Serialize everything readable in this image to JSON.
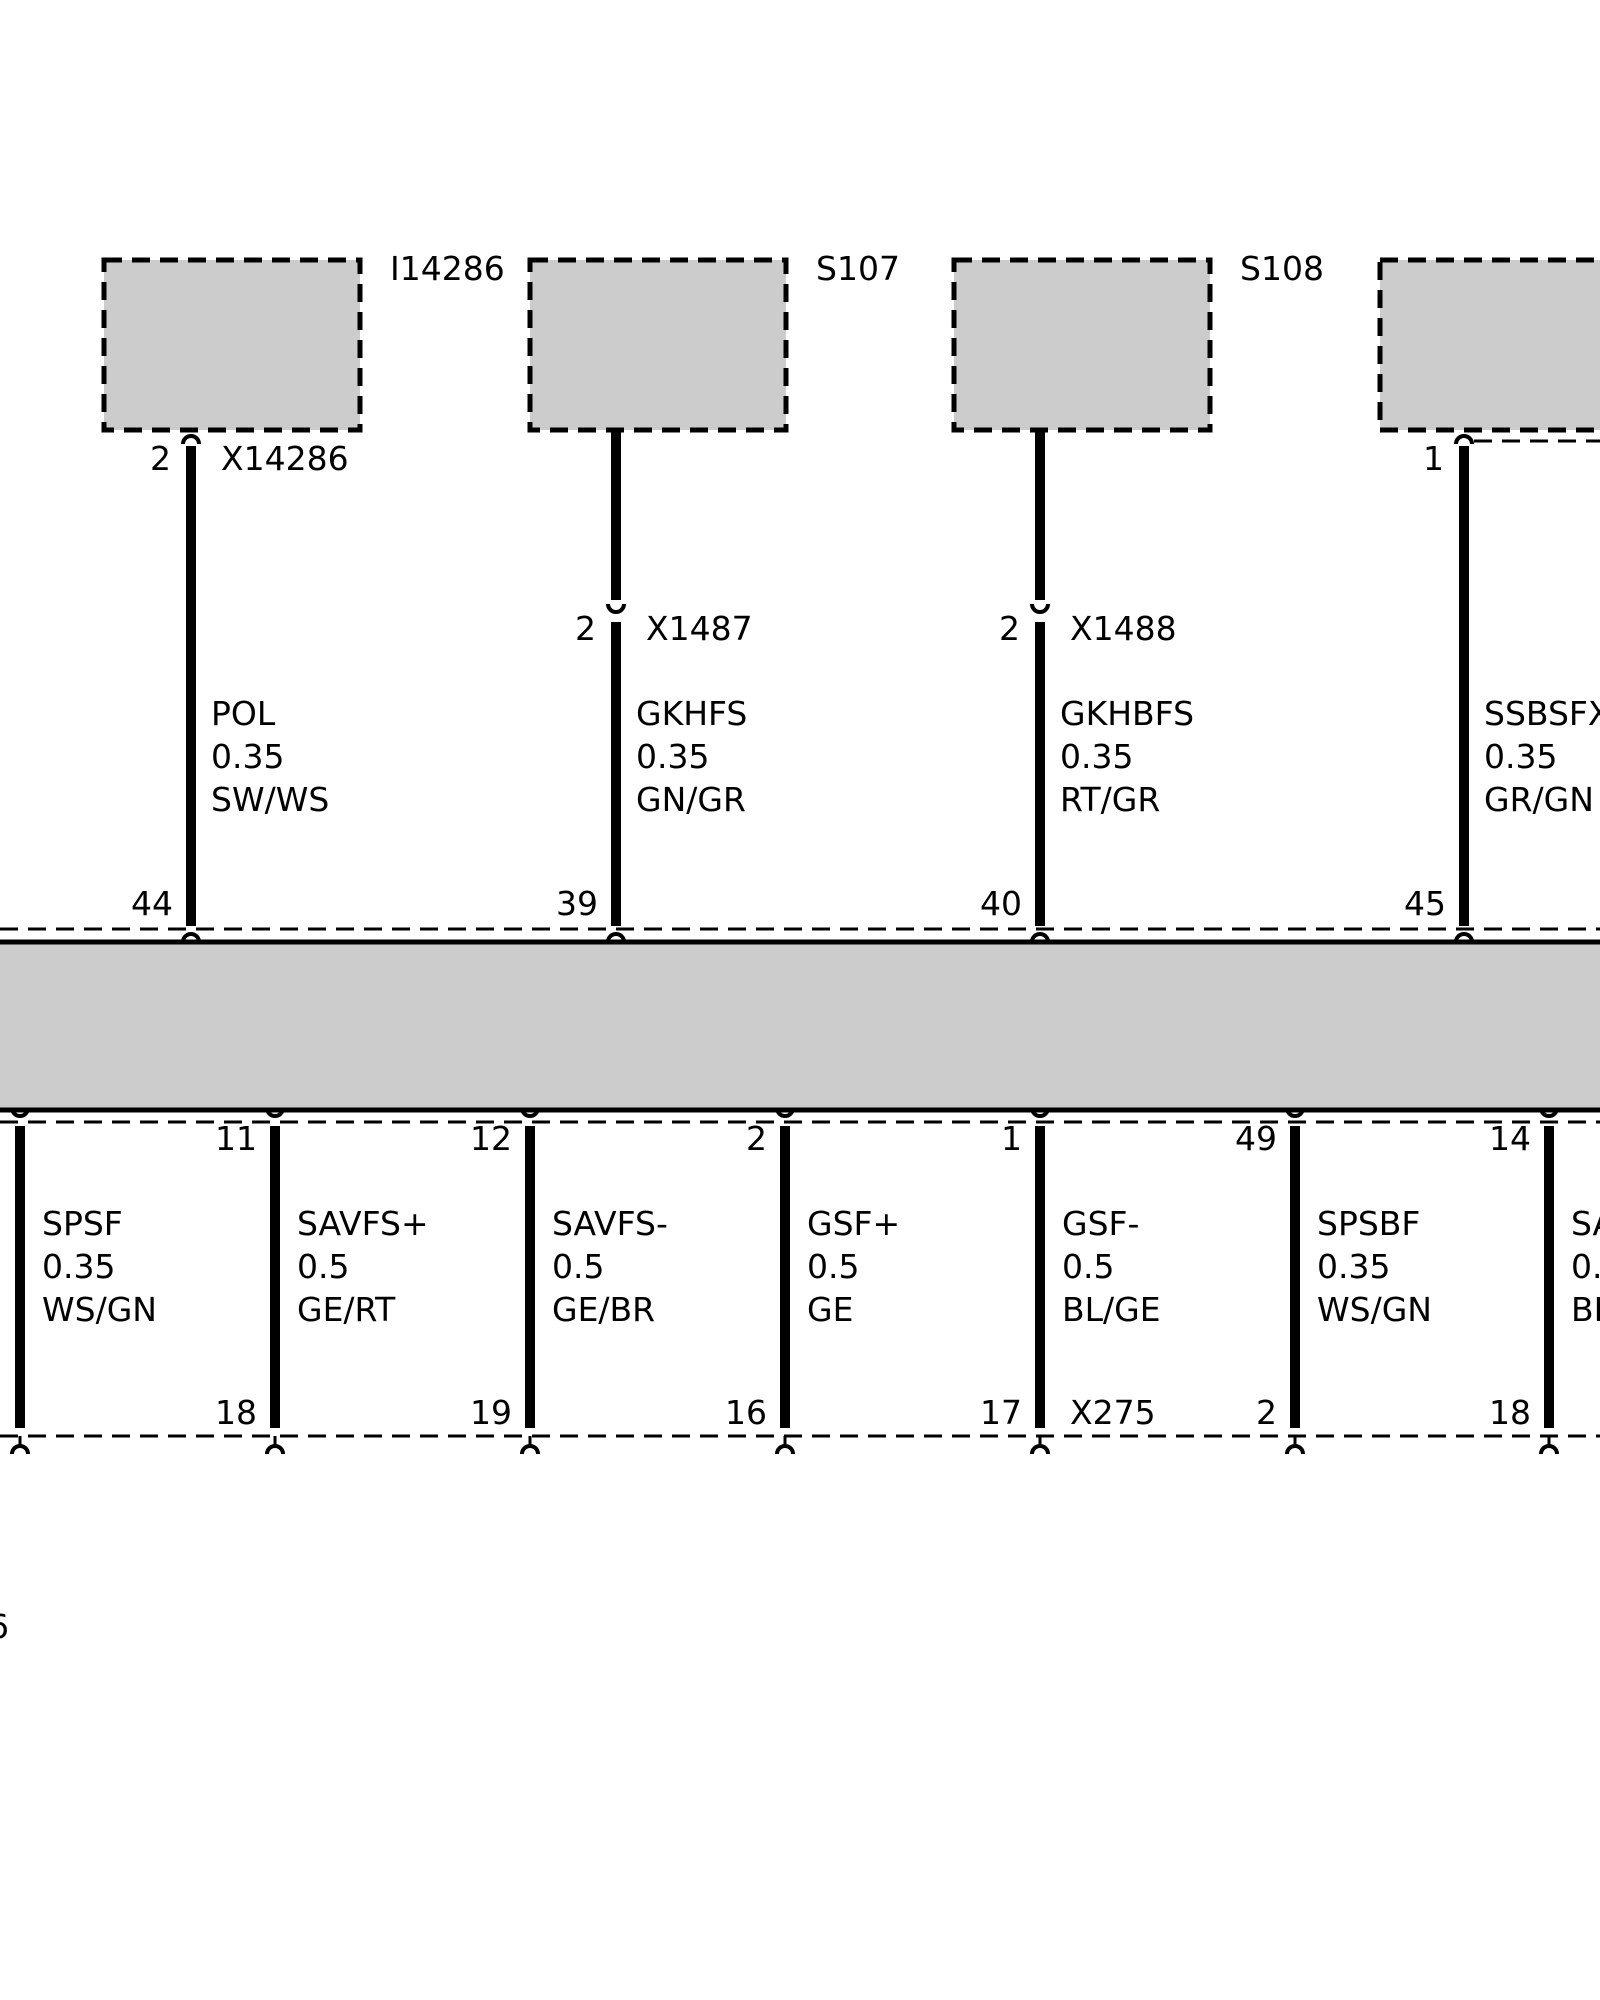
{
  "colors": {
    "box_fill": "#cccccc",
    "line": "#000000",
    "background": "#ffffff"
  },
  "top_components": [
    {
      "id": "I14286",
      "connector": "X14286",
      "connector_pin": "2",
      "wire": {
        "name": "POL",
        "gauge": "0.35",
        "color": "SW/WS"
      },
      "module_pin": "44",
      "inline": false
    },
    {
      "id": "S107",
      "connector": "X1487",
      "connector_pin": "2",
      "wire": {
        "name": "GKHFS",
        "gauge": "0.35",
        "color": "GN/GR"
      },
      "module_pin": "39",
      "inline": true
    },
    {
      "id": "S108",
      "connector": "X1488",
      "connector_pin": "2",
      "wire": {
        "name": "GKHBFS",
        "gauge": "0.35",
        "color": "RT/GR"
      },
      "module_pin": "40",
      "inline": true
    },
    {
      "id": "",
      "connector": "",
      "connector_pin": "1",
      "wire": {
        "name": "SSBSFXY",
        "gauge": "0.35",
        "color": "GR/GN"
      },
      "module_pin": "45",
      "inline": false
    }
  ],
  "bottom_wires": [
    {
      "top_pin": "",
      "name": "SPSF",
      "gauge": "0.35",
      "color": "WS/GN",
      "bottom_pin": ""
    },
    {
      "top_pin": "11",
      "name": "SAVFS+",
      "gauge": "0.5",
      "color": "GE/RT",
      "bottom_pin": "18"
    },
    {
      "top_pin": "12",
      "name": "SAVFS-",
      "gauge": "0.5",
      "color": "GE/BR",
      "bottom_pin": "19"
    },
    {
      "top_pin": "2",
      "name": "GSF+",
      "gauge": "0.5",
      "color": "GE",
      "bottom_pin": "16"
    },
    {
      "top_pin": "1",
      "name": "GSF-",
      "gauge": "0.5",
      "color": "BL/GE",
      "bottom_pin": "17"
    },
    {
      "top_pin": "49",
      "name": "SPSBF",
      "gauge": "0.35",
      "color": "WS/GN",
      "bottom_pin": "2"
    },
    {
      "top_pin": "14",
      "name": "SA",
      "gauge": "0.",
      "color": "BL",
      "bottom_pin": "18"
    }
  ],
  "bottom_connector_label": "X275",
  "stray_label": "6"
}
